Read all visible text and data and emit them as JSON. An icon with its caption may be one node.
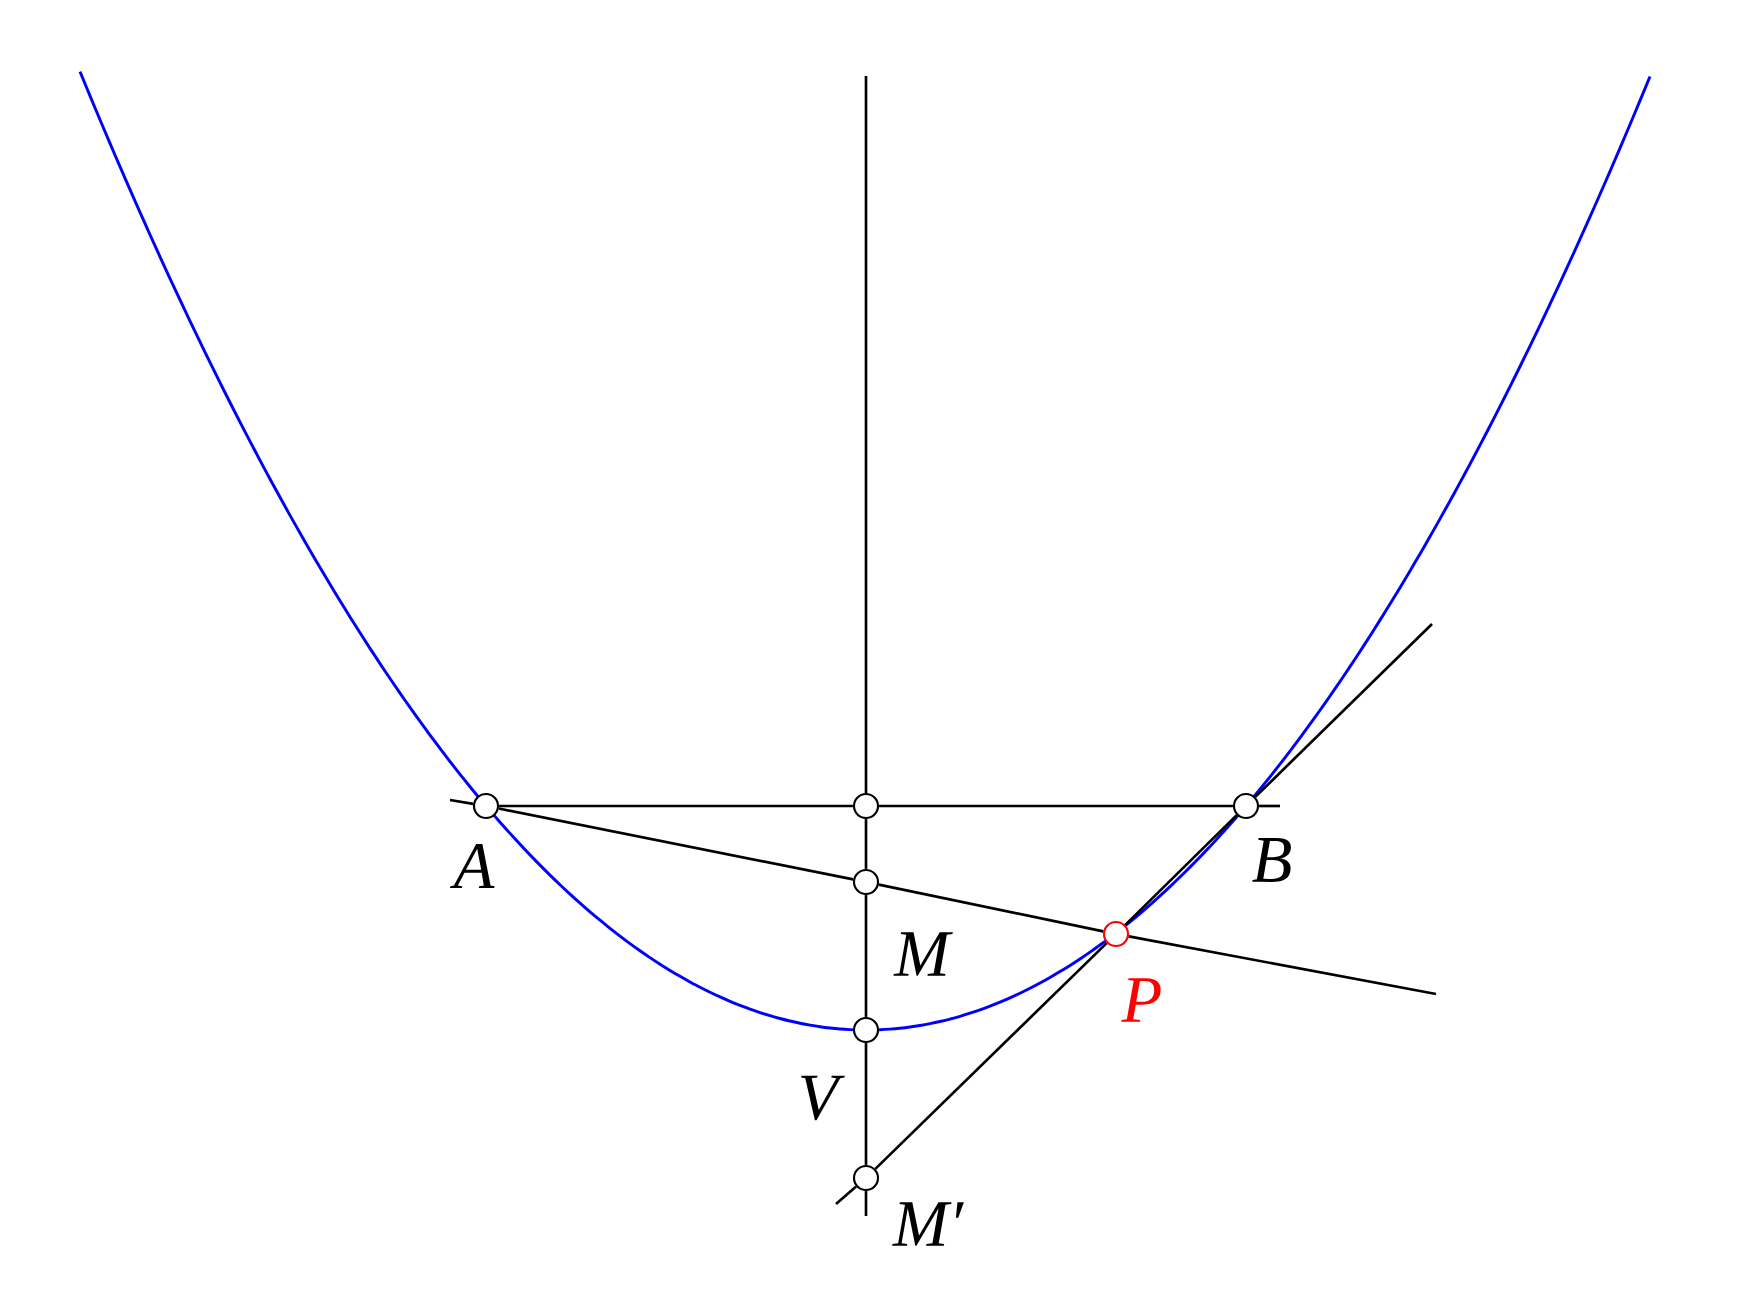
{
  "diagram": {
    "nodes": [
      {
        "text": [],
        "shape": "circle",
        "beside": [
          "A"
        ]
      },
      {
        "text": [],
        "shape": "circle"
      },
      {
        "text": [],
        "shape": "circle",
        "beside": [
          "B"
        ]
      },
      {
        "text": [],
        "shape": "circle",
        "beside": [
          "M"
        ]
      },
      {
        "text": [],
        "shape": "circle",
        "beside": [
          "P"
        ]
      },
      {
        "text": [],
        "shape": "circle",
        "beside": [
          "V"
        ]
      },
      {
        "text": [],
        "shape": "circle",
        "beside": [
          "M′"
        ]
      }
    ],
    "edges": [
      {
        "from": 0,
        "to": 1,
        "arrow": "none"
      },
      {
        "from": 1,
        "to": 2,
        "arrow": "none"
      },
      {
        "from": 0,
        "to": 3,
        "arrow": "none"
      },
      {
        "from": 3,
        "to": 4,
        "arrow": "none"
      },
      {
        "from": 1,
        "to": 3,
        "arrow": "none"
      },
      {
        "from": 3,
        "to": 5,
        "arrow": "none"
      },
      {
        "from": 5,
        "to": 6,
        "arrow": "none"
      },
      {
        "from": 6,
        "to": 4,
        "arrow": "none"
      },
      {
        "from": 4,
        "to": 2,
        "arrow": "none"
      }
    ]
  }
}
